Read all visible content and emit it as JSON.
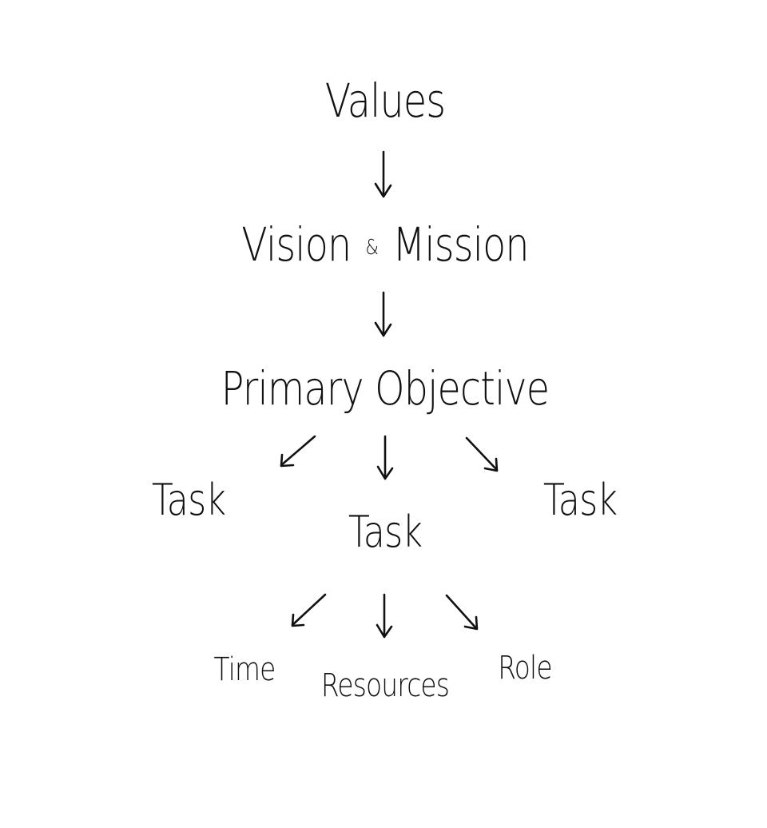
{
  "diagram": {
    "nodes": {
      "values": "Values",
      "vision": "Vision",
      "amp": "&",
      "mission": "Mission",
      "primary_objective": "Primary Objective",
      "task_left": "Task",
      "task_center": "Task",
      "task_right": "Task",
      "time": "Time",
      "resources": "Resources",
      "role": "Role"
    },
    "edges": [
      {
        "from": "Values",
        "to": "Vision & Mission"
      },
      {
        "from": "Vision & Mission",
        "to": "Primary Objective"
      },
      {
        "from": "Primary Objective",
        "to": "Task (left)"
      },
      {
        "from": "Primary Objective",
        "to": "Task (center)"
      },
      {
        "from": "Primary Objective",
        "to": "Task (right)"
      },
      {
        "from": "Task (center)",
        "to": "Time"
      },
      {
        "from": "Task (center)",
        "to": "Resources"
      },
      {
        "from": "Task (center)",
        "to": "Role"
      }
    ],
    "colors": {
      "ink": "#111111",
      "background": "#ffffff"
    }
  }
}
